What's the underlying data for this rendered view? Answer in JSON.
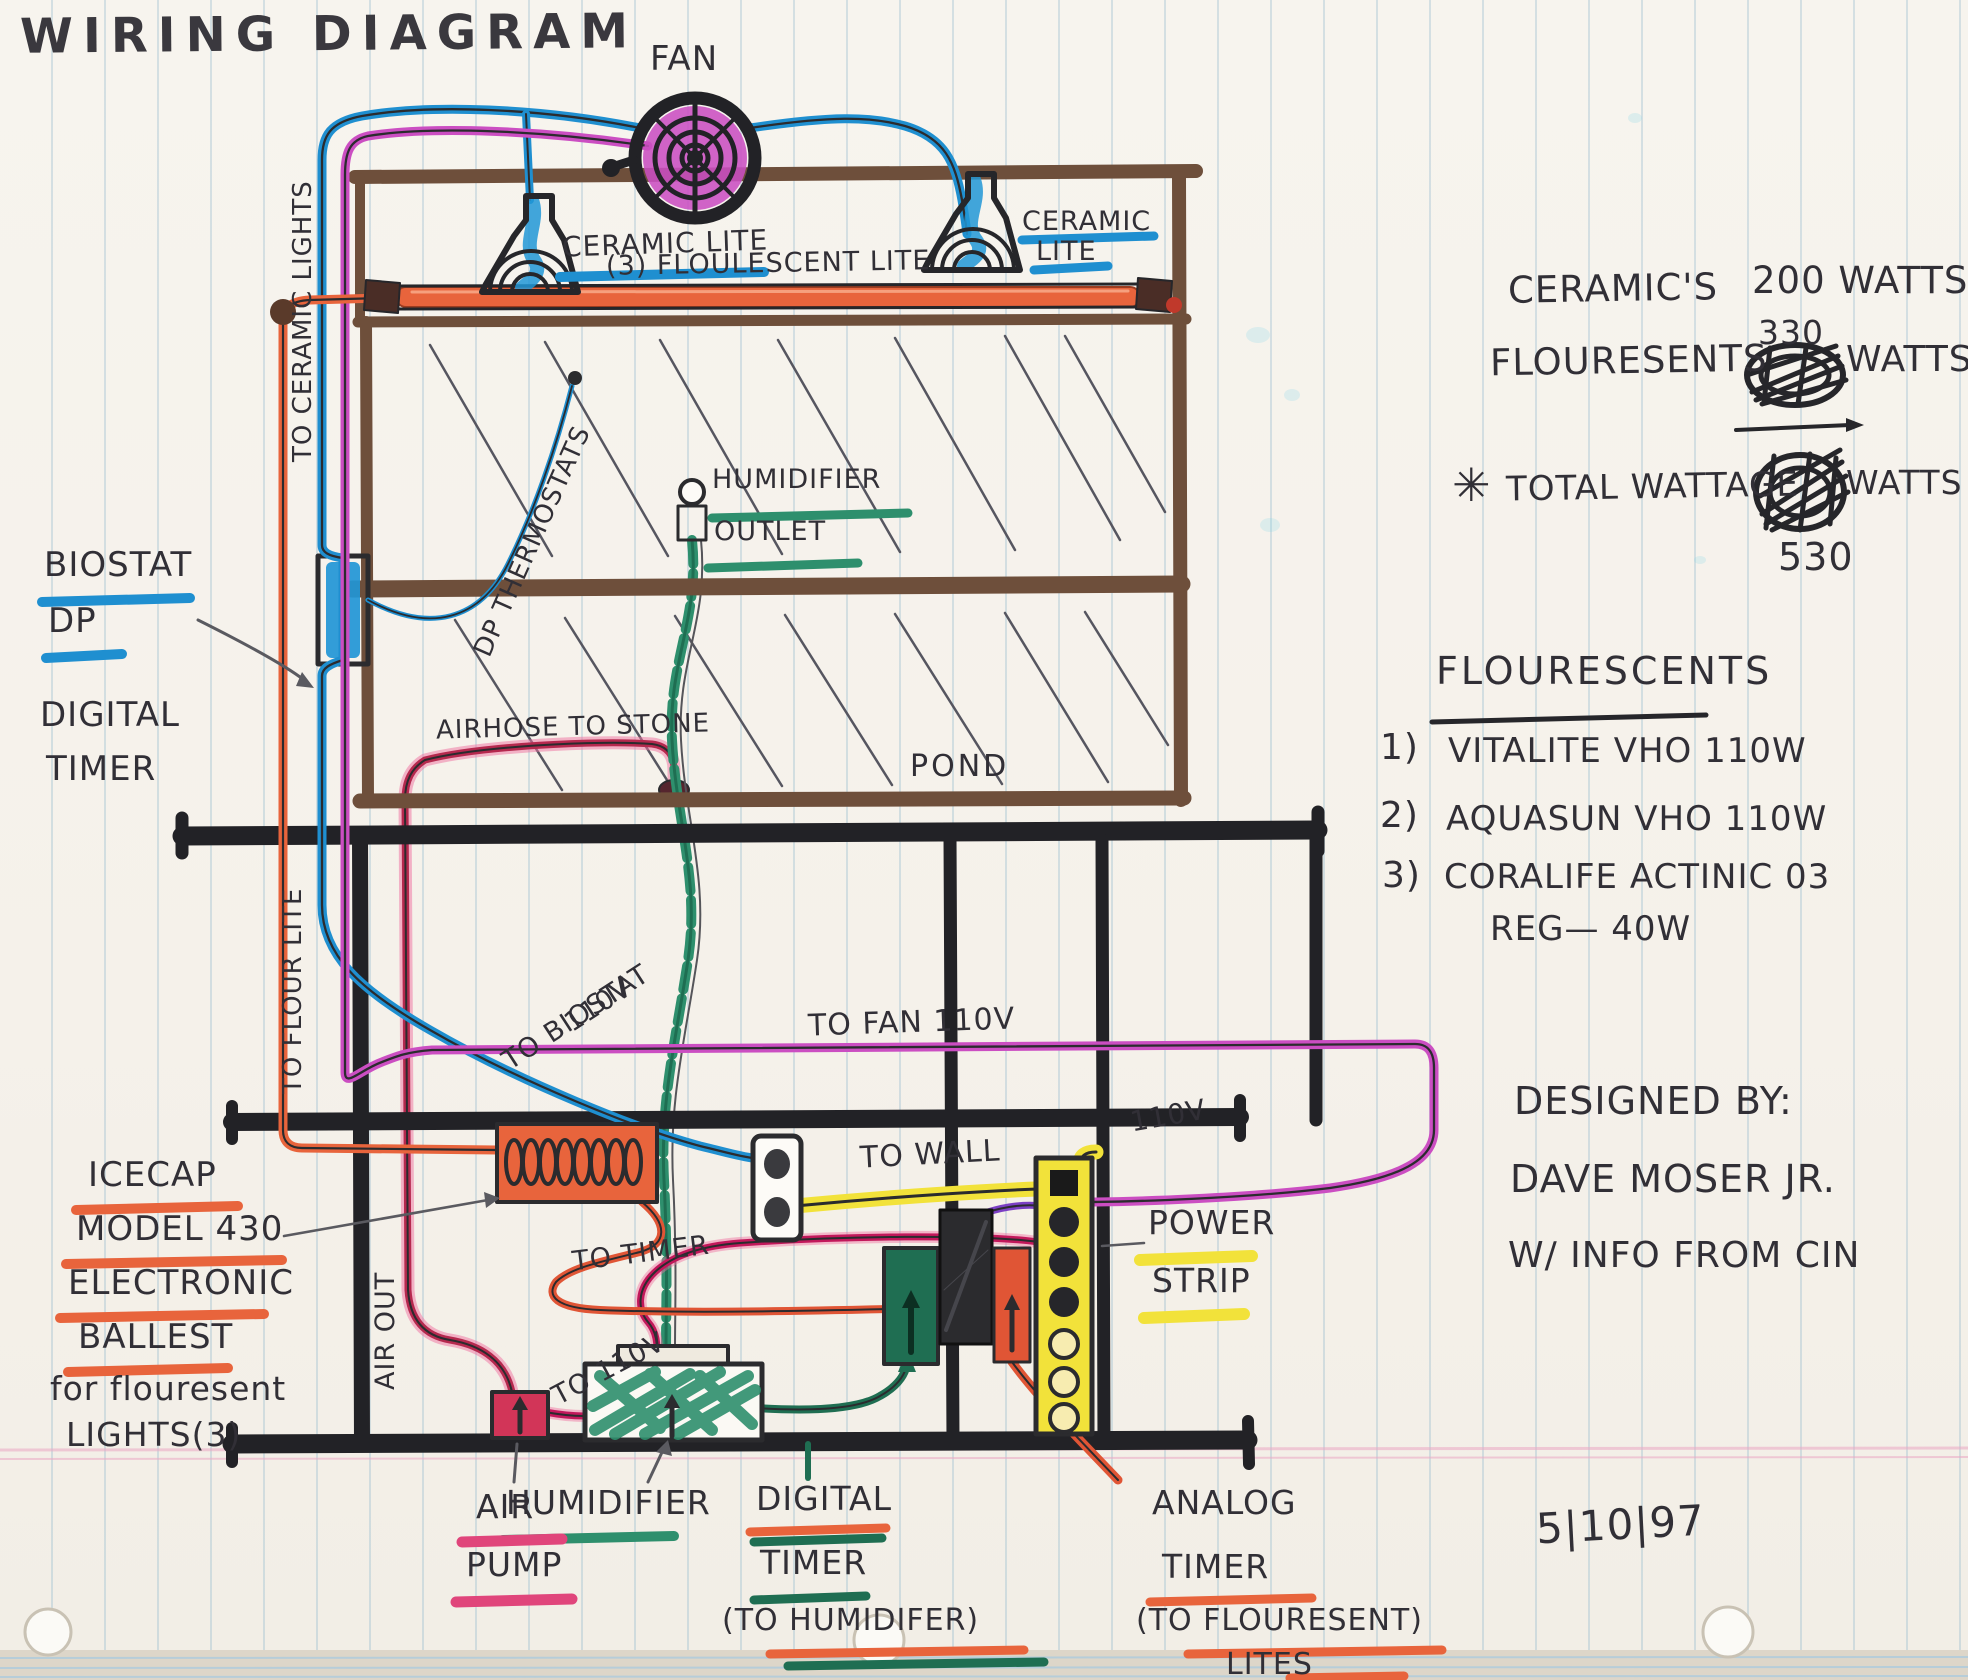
{
  "page": {
    "title": "WIRING DIAGRAM",
    "date": "5|10|97"
  },
  "credits": {
    "line1": "DESIGNED BY:",
    "line2": "DAVE MOSER JR.",
    "line3": "W/ INFO FROM CIN"
  },
  "hood": {
    "fan": "FAN",
    "ceramic_left": "CERAMIC LITE",
    "fluorescent": "(3) FLOULESCENT LITE",
    "ceramic_right_1": "CERAMIC",
    "ceramic_right_2": "LITE"
  },
  "tank": {
    "humidifier_outlet_1": "HUMIDIFIER",
    "humidifier_outlet_2": "OUTLET",
    "airhose": "AIRHOSE TO STONE",
    "pond": "POND",
    "dp_thermostats": "DP THERMOSTATS"
  },
  "wattage": {
    "ceramics_label": "CERAMIC'S",
    "ceramics_value": "200 WATTS",
    "flouresents_label": "FLOURESENTS",
    "flouresents_corrected": "330",
    "flouresents_unit": "WATTS",
    "total_star": "✳",
    "total_label": "TOTAL WATTAGE",
    "total_unit": "WATTS",
    "total_corrected": "530"
  },
  "fluorescent_list": {
    "header": "FLOURESCENTS",
    "items": [
      {
        "num": "1)",
        "text": "VITALITE VHO 110W"
      },
      {
        "num": "2)",
        "text": "AQUASUN VHO 110W"
      },
      {
        "num": "3)",
        "text": "CORALIFE ACTINIC 03"
      }
    ],
    "item3_cont": "REG— 40W"
  },
  "left": {
    "biostat_1": "BIOSTAT",
    "biostat_2": "DP",
    "digital_1": "DIGITAL",
    "digital_2": "TIMER"
  },
  "wires": {
    "to_ceramic": "TO CERAMIC LIGHTS",
    "to_flour": "TO FLOUR LITE",
    "v110_biostat_1": "110V",
    "v110_biostat_2": "TO BIOSTAT",
    "to_fan": "TO FAN 110V",
    "to_wall": "TO WALL",
    "v110_strip": "110V",
    "to_timer": "TO TIMER",
    "to_110": "TO 110V",
    "air_out": "AIR OUT"
  },
  "ballast": {
    "line1": "ICECAP",
    "line2": "MODEL 430",
    "line3": "ELECTRONIC",
    "line4": "BALLEST",
    "line5": "for flouresent",
    "line6": "LIGHTS(3)"
  },
  "devices": {
    "power_strip_1": "POWER",
    "power_strip_2": "STRIP",
    "air_pump_1": "AIR",
    "air_pump_2": "PUMP",
    "humidifier": "HUMIDIFIER",
    "digital_timer_1": "DIGITAL",
    "digital_timer_2": "TIMER",
    "digital_timer_3": "(TO HUMIDIFER)",
    "analog_timer_1": "ANALOG",
    "analog_timer_2": "TIMER",
    "analog_timer_3": "(TO FLOURESENT)",
    "analog_timer_4": "LITES"
  },
  "colors": {
    "wire_blue": "#1f8fd0",
    "wire_magenta": "#cb4ec2",
    "wire_orange": "#e8643c",
    "wire_crimson": "#c2185b",
    "wire_green": "#2e8f6d",
    "wire_dark_green": "#1f6e52",
    "wire_purple": "#7b3fc4",
    "highlight_yellow": "#f2e23a",
    "frame_brown": "#6e4f3b",
    "ink_black": "#2b2b2e",
    "underline_pink": "#e0457b"
  }
}
